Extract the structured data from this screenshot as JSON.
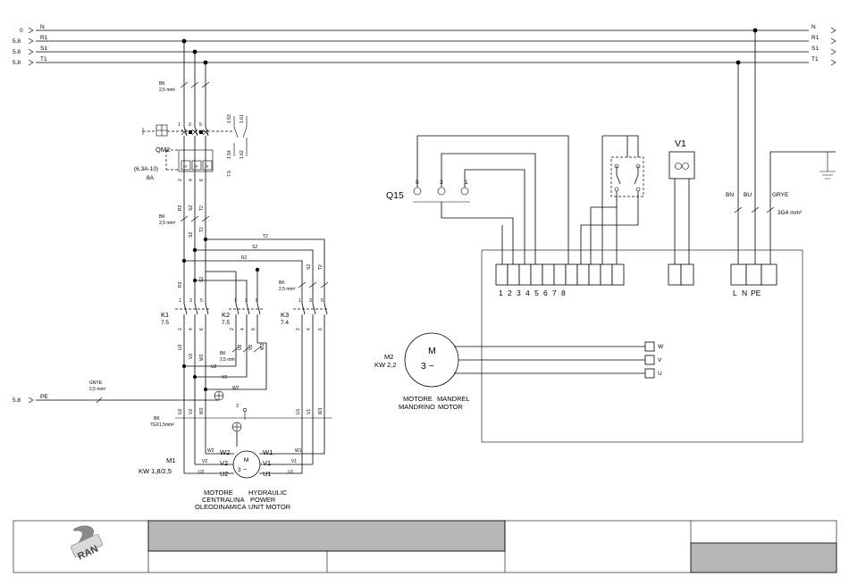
{
  "bus": {
    "left_refs": [
      "0",
      "5.8",
      "5.8",
      "5.8"
    ],
    "left_names": [
      "N",
      "R1",
      "S1",
      "T1"
    ],
    "right_names": [
      "N",
      "R1",
      "S1",
      "T1"
    ]
  },
  "supply_cable": {
    "color": "BK",
    "section": "2,5 mm²"
  },
  "breaker": {
    "name": "QM2",
    "range": "(6,3A-10)",
    "rating": "8A",
    "poles_in": [
      "1",
      "3",
      "5"
    ],
    "poles_out": [
      "2",
      "4",
      "6"
    ],
    "aux_top": [
      "1.53",
      "1.61"
    ],
    "aux_bottom": [
      "1.54",
      "1.62"
    ],
    "aux_ref": "7.5"
  },
  "cable2": {
    "color": "BK",
    "section": "2,5 mm²"
  },
  "wire_tags": {
    "r2": "R2",
    "s2": "S2",
    "t2": "T2"
  },
  "cable3": {
    "color": "BK",
    "section": "2,5 mm²"
  },
  "contactors": [
    {
      "name": "K1",
      "ref": "7.5"
    },
    {
      "name": "K2",
      "ref": "7.5"
    },
    {
      "name": "K3",
      "ref": "7.4"
    }
  ],
  "contact_in": [
    "1",
    "3",
    "5"
  ],
  "contact_out": [
    "2",
    "4",
    "6"
  ],
  "motor_tags": {
    "u2": "U2",
    "v2": "V2",
    "w2": "W2",
    "u1": "U1",
    "v1": "V1",
    "w1": "W1"
  },
  "cable4": {
    "color": "BK",
    "section": "2,5 mm"
  },
  "pe_line": {
    "ref": "5.8",
    "name": "PE",
    "cable_color": "GNYE",
    "cable_section": "2,5 mm²"
  },
  "earth_tag": "3",
  "motor_cable": {
    "color": "BK",
    "section": "7GX1,5mm²"
  },
  "motor1": {
    "name": "M1",
    "power": "KW 1,8/2,5",
    "symbol": "M",
    "phase": "3",
    "caption_it": [
      "MOTORE",
      "CENTRALINA",
      "OLEODINAMICA"
    ],
    "caption_en": [
      "HYDRAULIC",
      "POWER",
      "UNIT MOTOR"
    ]
  },
  "q15": {
    "name": "Q15",
    "pins": [
      "5",
      "3",
      "1"
    ]
  },
  "v1": {
    "name": "V1"
  },
  "mains_cable": {
    "cores": [
      "BN",
      "BU",
      "GRYE"
    ],
    "spec": "3G4 mm²"
  },
  "terminals": {
    "numbers": [
      "1",
      "2",
      "3",
      "4",
      "5",
      "6",
      "7",
      "8"
    ],
    "mains": [
      "L",
      "N",
      "PE"
    ]
  },
  "motor2": {
    "name": "M2",
    "power": "KW 2,2",
    "symbol": "M",
    "phase": "3 ~",
    "terminals": [
      "W",
      "V",
      "U"
    ],
    "caption_it": [
      "MOTORE",
      "MANDRINO"
    ],
    "caption_en": [
      "MANDREL",
      "MOTOR"
    ]
  },
  "title_block": {
    "logo_text": "RAN"
  }
}
